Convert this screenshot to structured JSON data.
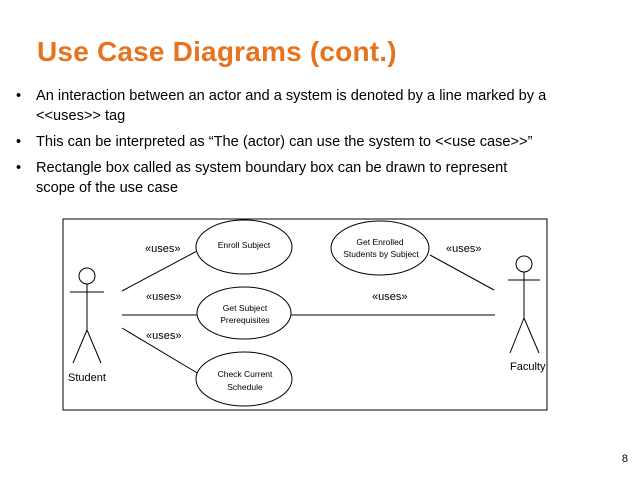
{
  "slide": {
    "title": "Use Case Diagrams (cont.)",
    "bullets": [
      {
        "marker": "•",
        "lines": [
          "An interaction between an actor and a system is denoted by a line marked by a",
          "<<uses>> tag"
        ]
      },
      {
        "marker": "•",
        "lines": [
          "This can be interpreted as “The (actor) can use the system to <<use case>>”"
        ]
      },
      {
        "marker": "•",
        "lines": [
          "Rectangle box called as system boundary box can be drawn to represent",
          "scope of the use case"
        ]
      }
    ],
    "page_number": "8",
    "title_color": "#e8731e"
  },
  "diagram": {
    "actors": {
      "student": "Student",
      "faculty": "Faculty"
    },
    "use_cases": {
      "enroll_subject": [
        "Enroll Subject"
      ],
      "get_prerequisites": [
        "Get Subject",
        "Prerequisites"
      ],
      "check_schedule": [
        "Check Current",
        "Schedule"
      ],
      "get_enrolled": [
        "Get Enrolled",
        "Students by Subject"
      ]
    },
    "relations": {
      "student_enroll": "«uses»",
      "student_prereq": "«uses»",
      "student_schedule": "«uses»",
      "faculty_prereq": "«uses»",
      "faculty_enrolled": "«uses»"
    }
  }
}
